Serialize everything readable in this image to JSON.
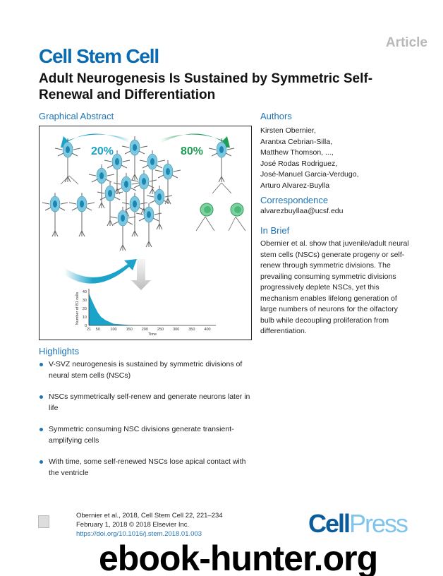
{
  "header": {
    "article_label": "Article",
    "journal": "Cell Stem Cell",
    "title": "Adult Neurogenesis Is Sustained by Symmetric Self-Renewal and Differentiation"
  },
  "graphical_abstract": {
    "label": "Graphical Abstract",
    "left_percent": "20%",
    "right_percent": "80%",
    "colors": {
      "blue": "#1ba3c9",
      "green": "#1e9e55",
      "cell": "#7cc7e0"
    },
    "chart_data": {
      "type": "area",
      "xlabel": "Time",
      "ylabel": "Number of B1 cells",
      "xticks": [
        "21",
        "50",
        "100",
        "150",
        "200",
        "250",
        "300",
        "350",
        "400"
      ],
      "yticks": [
        "0",
        "10",
        "20",
        "30",
        "40"
      ],
      "x": [
        21,
        30,
        40,
        50,
        60,
        75,
        100,
        150,
        200,
        370
      ],
      "y": [
        38,
        30,
        22,
        15,
        10,
        6,
        2,
        0.5,
        0.2,
        0
      ]
    }
  },
  "authors": {
    "label": "Authors",
    "names": [
      "Kirsten Obernier,",
      "Arantxa Cebrian-Silla,",
      "Matthew Thomson, ...,",
      "José Rodas Rodriguez,",
      "José-Manuel Garcia-Verdugo,",
      "Arturo Alvarez-Buylla"
    ]
  },
  "correspondence": {
    "label": "Correspondence",
    "email": "alvarezbuyllaa@ucsf.edu"
  },
  "in_brief": {
    "label": "In Brief",
    "text": "Obernier et al. show that juvenile/adult neural stem cells (NSCs) generate progeny or self-renew through symmetric divisions. The prevailing consuming symmetric divisions progressively deplete NSCs, yet this mechanism enables lifelong generation of large numbers of neurons for the olfactory bulb while decoupling proliferation from differentiation."
  },
  "highlights": {
    "label": "Highlights",
    "items": [
      "V-SVZ neurogenesis is sustained by symmetric divisions of neural stem cells (NSCs)",
      "NSCs symmetrically self-renew and generate neurons later in life",
      "Symmetric consuming NSC divisions generate transient-amplifying cells",
      "With time, some self-renewed NSCs lose apical contact with the ventricle"
    ]
  },
  "footer": {
    "citation": "Obernier et al., 2018, Cell Stem Cell 22, 221–234",
    "date": "February 1, 2018 © 2018 Elsevier Inc.",
    "doi": "https://doi.org/10.1016/j.stem.2018.01.003",
    "publisher_a": "Cell",
    "publisher_b": "Press",
    "watermark": "ebook-hunter.org"
  }
}
